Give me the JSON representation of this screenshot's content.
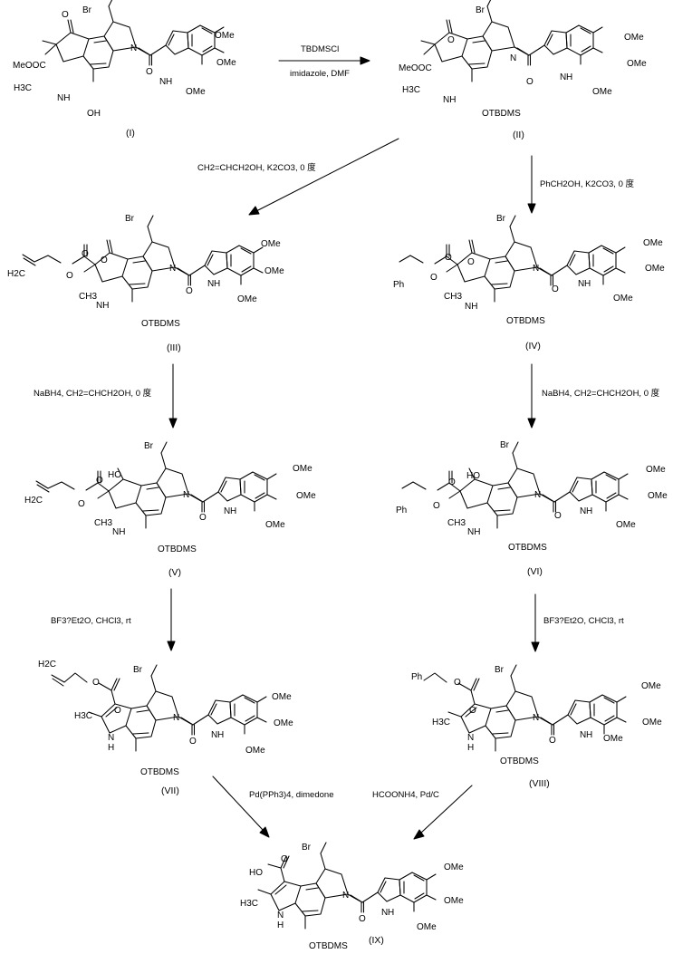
{
  "compounds": [
    {
      "id": "I",
      "label": "(I)",
      "ester": "MeOOC",
      "ring_methyl": "H3C",
      "nh": "NH",
      "ring_sub": "OH",
      "halo": "Br",
      "rnh": "H",
      "ome1": "OMe",
      "ome2": "OMe",
      "ome3": "OMe"
    },
    {
      "id": "II",
      "label": "(II)",
      "ester": "MeOOC",
      "ring_methyl": "H3C",
      "nh": "NH",
      "ring_sub": "OTBDMS",
      "halo": "Br",
      "rnh": "H",
      "ome1": "OMe",
      "ome2": "OMe",
      "ome3": "OMe"
    },
    {
      "id": "III",
      "label": "(III)",
      "ester_head": "H2C",
      "ring_methyl": "CH3",
      "nh": "NH",
      "ring_sub": "OTBDMS",
      "halo": "Br",
      "rnh": "H",
      "ome1": "OMe",
      "ome2": "OMe",
      "ome3": "OMe"
    },
    {
      "id": "IV",
      "label": "(IV)",
      "ester_head": "Ph",
      "ring_methyl": "CH3",
      "nh": "NH",
      "ring_sub": "OTBDMS",
      "halo": "Br",
      "rnh": "H",
      "ome1": "OMe",
      "ome2": "OMe",
      "ome3": "OMe"
    },
    {
      "id": "V",
      "label": "(V)",
      "ester_head": "H2C",
      "ring_methyl": "CH3",
      "nh": "NH",
      "hydroxy": "HO",
      "ring_sub": "OTBDMS",
      "halo": "Br",
      "rnh": "H",
      "ome1": "OMe",
      "ome2": "OMe",
      "ome3": "OMe"
    },
    {
      "id": "VI",
      "label": "(VI)",
      "ester_head": "Ph",
      "ring_methyl": "CH3",
      "nh": "NH",
      "hydroxy": "HO",
      "ring_sub": "OTBDMS",
      "halo": "Br",
      "rnh": "H",
      "ome1": "OMe",
      "ome2": "OMe",
      "ome3": "OMe"
    },
    {
      "id": "VII",
      "label": "(VII)",
      "ester_head": "H2C",
      "ring_methyl": "H3C",
      "nh": "N",
      "nh_h": "H",
      "ring_sub": "OTBDMS",
      "halo": "Br",
      "rnh": "H",
      "ome1": "OMe",
      "ome2": "OMe",
      "ome3": "OMe"
    },
    {
      "id": "VIII",
      "label": "(VIII)",
      "ester_head": "Ph",
      "ring_methyl": "H3C",
      "nh": "N",
      "nh_h": "H",
      "ring_sub": "OTBDMS",
      "halo": "Br",
      "rnh": "H",
      "ome1": "OMe",
      "ome2": "OMe",
      "ome3": "OMe"
    },
    {
      "id": "IX",
      "label": "(IX)",
      "acid": "HO",
      "ring_methyl": "H3C",
      "nh": "N",
      "nh_h": "H",
      "ring_sub": "OTBDMS",
      "halo": "Br",
      "rnh": "H",
      "ome1": "OMe",
      "ome2": "OMe",
      "ome3": "OMe"
    }
  ],
  "reactions": {
    "r1": {
      "above": "TBDMSCl",
      "below": "imidazole, DMF"
    },
    "r2": "CH2=CHCH2OH, K2CO3, 0 度",
    "r3": "PhCH2OH, K2CO3, 0 度",
    "r4": "NaBH4, CH2=CHCH2OH, 0 度",
    "r5": "NaBH4, CH2=CHCH2OH, 0 度",
    "r6": "BF3?Et2O, CHCl3, rt",
    "r7": "BF3?Et2O, CHCl3, rt",
    "r8": "Pd(PPh3)4, dimedone",
    "r9": "HCOONH4, Pd/C"
  }
}
